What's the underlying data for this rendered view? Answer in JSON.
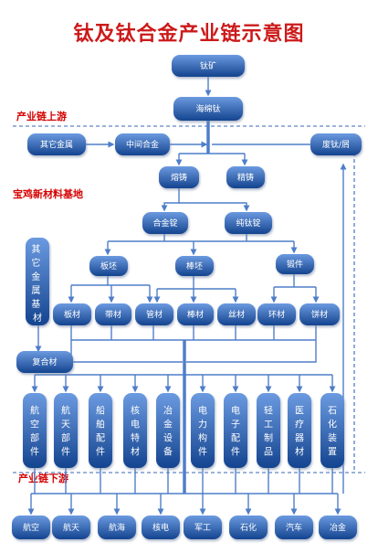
{
  "title": "钛及钛合金产业链示意图",
  "sections": {
    "upstream": "产业链上游",
    "base": "宝鸡新材料基地",
    "downstream": "产业链下游"
  },
  "nodes": {
    "taikuang": "钛矿",
    "haimiantai": "海绵钛",
    "qitajinshu": "其它金属",
    "zhongjianhejin": "中间合金",
    "feitai": "废钛/屑",
    "rongzhu": "熔铸",
    "jingzhu": "精铸",
    "hejinding": "合金锭",
    "chuntaiding": "纯钛锭",
    "banpi": "板坯",
    "bangpi": "棒坯",
    "duanjian": "锻件",
    "qitajinshujicai": "其它金属基材",
    "bancai": "板材",
    "daicai": "带材",
    "guancai": "管材",
    "bangcai": "棒材",
    "sicai": "丝材",
    "huancai": "环材",
    "bingcai": "饼材",
    "fuhecai": "复合材"
  },
  "products": [
    "航空部件",
    "航天部件",
    "船舶配件",
    "核电特材",
    "冶金设备",
    "电力构件",
    "电子配件",
    "轻工制品",
    "医疗器材",
    "石化装置"
  ],
  "industries": [
    "航空",
    "航天",
    "航海",
    "核电",
    "军工",
    "石化",
    "汽车",
    "冶金"
  ],
  "colors": {
    "node_fill_top": "#6b9ae0",
    "node_fill_bottom": "#14448f",
    "line": "#4f7ec9",
    "trunk": "#4f7ec9",
    "title": "#cc1a1a",
    "section_label": "#d40000"
  }
}
